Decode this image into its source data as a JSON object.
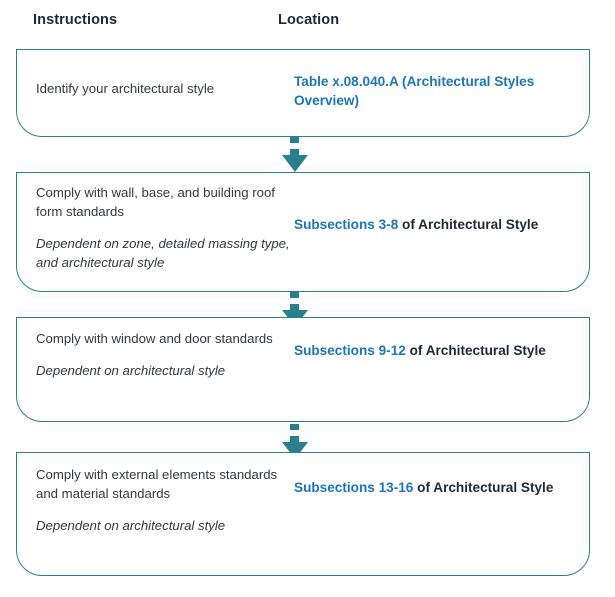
{
  "headers": {
    "instructions": "Instructions",
    "location": "Location"
  },
  "colors": {
    "box_border": "#2a7f8e",
    "connector": "#2a7f8e",
    "link_text": "#1b75bb",
    "body_text": "#33383d",
    "header_text": "#1b2a38"
  },
  "steps": [
    {
      "id": "step-1",
      "instruction": "Identify your architectural style",
      "note": "",
      "location_link": "Table x.08.040.A (Architectural Styles Overview)",
      "location_tail": ""
    },
    {
      "id": "step-2",
      "instruction": "Comply with wall, base, and building roof form standards",
      "note": "Dependent on zone, detailed massing type, and architectural style",
      "location_link": "Subsections 3-8",
      "location_tail": " of Architectural Style"
    },
    {
      "id": "step-3",
      "instruction": "Comply with window and door standards",
      "note": "Dependent on architectural style",
      "location_link": "Subsections 9-12",
      "location_tail": " of Architectural Style"
    },
    {
      "id": "step-4",
      "instruction": "Comply with external elements standards and material standards",
      "note": "Dependent on architectural style",
      "location_link": "Subsections 13-16",
      "location_tail": " of Architectural Style"
    }
  ],
  "connectors": [
    {
      "id": "connector-1",
      "icon": "dashed-down-arrow-icon"
    },
    {
      "id": "connector-2",
      "icon": "dashed-down-arrow-icon"
    },
    {
      "id": "connector-3",
      "icon": "dashed-down-arrow-icon"
    }
  ]
}
